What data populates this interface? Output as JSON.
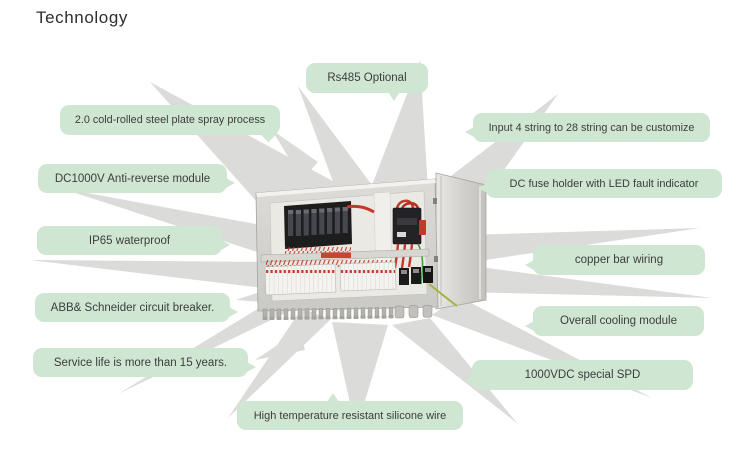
{
  "title": "Technology",
  "colors": {
    "bubble_green": "#cfe6d2",
    "burst_gray": "#dbdbd9",
    "label_text": "#3d3d3d",
    "title_text": "#2e2e2e"
  },
  "illustration": {
    "type": "pv-combiner-box-photo"
  },
  "labels": [
    {
      "id": "rs485",
      "text": "Rs485 Optional"
    },
    {
      "id": "steel",
      "text": "2.0 cold-rolled steel plate spray process"
    },
    {
      "id": "antireverse",
      "text": "DC1000V Anti-reverse module"
    },
    {
      "id": "ip65",
      "text": "IP65 waterproof"
    },
    {
      "id": "breaker",
      "text": "ABB& Schneider circuit breaker."
    },
    {
      "id": "service",
      "text": "Service life is more than 15 years."
    },
    {
      "id": "silicone",
      "text": "High temperature resistant silicone wire"
    },
    {
      "id": "input",
      "text": "Input 4 string to 28 string can be customize"
    },
    {
      "id": "fuse",
      "text": "DC fuse holder with LED fault indicator"
    },
    {
      "id": "copper",
      "text": "copper bar wiring"
    },
    {
      "id": "cooling",
      "text": "Overall cooling module"
    },
    {
      "id": "spd",
      "text": "1000VDC special SPD"
    }
  ]
}
